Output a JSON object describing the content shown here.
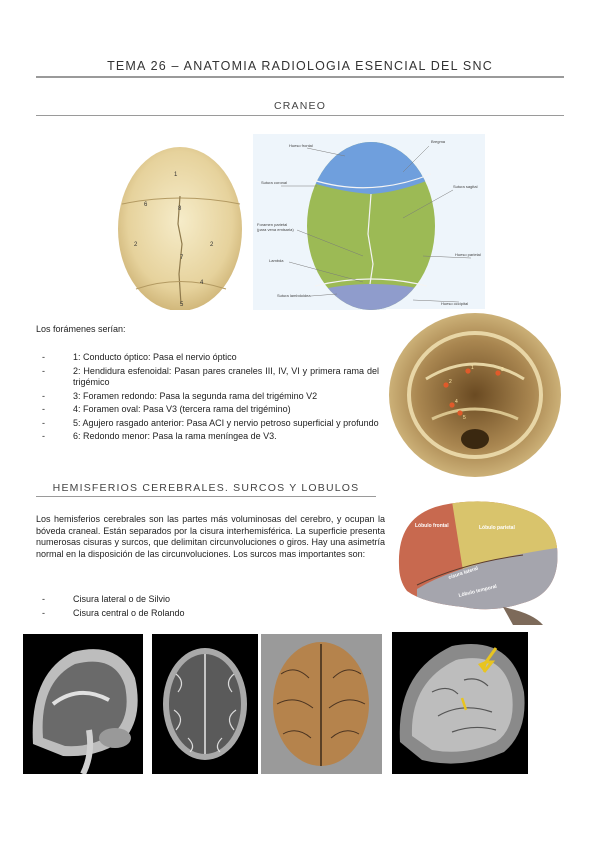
{
  "header": {
    "title": "TEMA 26 – ANATOMIA RADIOLOGIA ESENCIAL DEL SNC"
  },
  "craneo": {
    "heading": "CRANEO",
    "skull_labels": [
      "1",
      "6",
      "8",
      "2",
      "2",
      "7",
      "4",
      "5"
    ],
    "diagram_labels": {
      "bregma": "Bregma",
      "hueso_frontal": "Hueso frontal",
      "sutura_coronal": "Sutura coronal",
      "sutura_sagital": "Sutura sagital",
      "foramen_parietal": "Foramen parietal",
      "foramen_parietal_2": "(para vena emisaria)",
      "lambda": "Lambda",
      "hueso_parietal": "Hueso parietal",
      "sutura_lambdoidea": "Sutura lambdoidea",
      "hueso_occipital": "Hueso occipital"
    },
    "foramenes_intro": "Los forámenes serían:",
    "foramenes": [
      "1: Conducto óptico: Pasa el nervio óptico",
      "2: Hendidura esfenoidal: Pasan pares craneles III, IV, VI y primera rama del trigémico",
      "3: Foramen redondo: Pasa la segunda rama del trigémino V2",
      "4: Foramen oval: Pasa V3 (tercera rama del trigémino)",
      "5: Agujero rasgado anterior: Pasa ACI y nervio petroso superficial y profundo",
      "6: Redondo menor: Pasa la rama meníngea de V3."
    ],
    "base_labels": [
      "1",
      "2",
      "3",
      "4",
      "5"
    ]
  },
  "hemisferios": {
    "heading": "HEMISFERIOS CEREBRALES. SURCOS Y LOBULOS",
    "paragraph": "Los hemisferios cerebrales son las partes más voluminosas del cerebro, y ocupan la bóveda craneal. Están separados por la cisura interhemisférica. La superficie presenta numerosas cisuras y surcos, que delimitan circunvoluciones o giros. Hay una asimetría normal en la disposición de las circunvoluciones. Los surcos mas importantes son:",
    "surcos": [
      "Cisura lateral o de Silvio",
      "Cisura central o de Rolando"
    ],
    "brain_labels": {
      "frontal": "Lóbulo frontal",
      "parietal": "Lóbulo parietal",
      "temporal": "Lóbulo temporal",
      "cisura": "cisura lateral"
    }
  },
  "colors": {
    "frontal_bone": "#6f9fdd",
    "parietal_bone": "#9cba55",
    "lobe_frontal": "#c8694f",
    "lobe_parietal": "#d9c46c",
    "lobe_temporal": "#a5a5ad",
    "arrow": "#e8c420"
  }
}
